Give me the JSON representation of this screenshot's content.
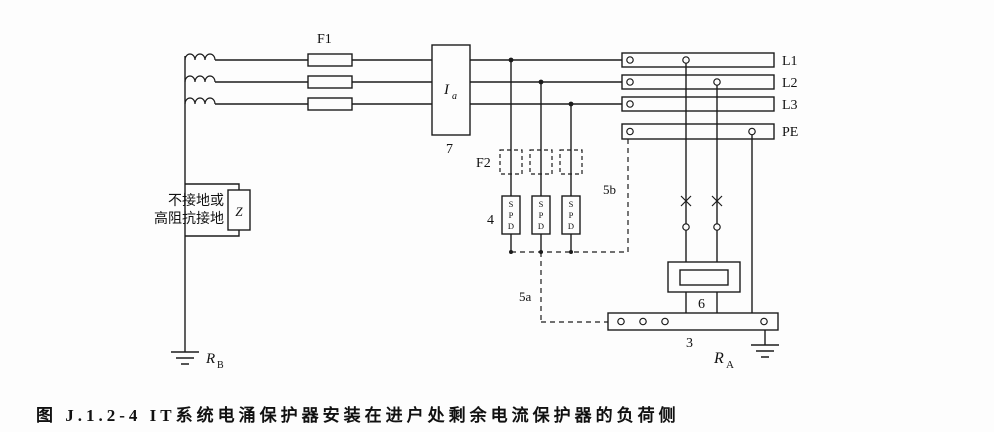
{
  "figure": {
    "caption": "图 J.1.2-4 IT系统电涌保护器安装在进户处剩余电流保护器的负荷侧"
  },
  "labels": {
    "fuse_f1": "F1",
    "fuse_f2": "F2",
    "rcd_main": "I",
    "rcd_sub": "a",
    "rcd_ref": "7",
    "spd_ref": "4",
    "spd_letters": [
      "S",
      "P",
      "D"
    ],
    "bond_5a": "5a",
    "bond_5b": "5b",
    "equipment_ref": "6",
    "earth_bar_ref": "3",
    "impedance": "Z",
    "note_line1": "不接地或",
    "note_line2": "高阻抗接地",
    "earth_left_main": "R",
    "earth_left_sub": "B",
    "earth_right_main": "R",
    "earth_right_sub": "A",
    "bus": {
      "l1": "L1",
      "l2": "L2",
      "l3": "L3",
      "pe": "PE"
    }
  }
}
